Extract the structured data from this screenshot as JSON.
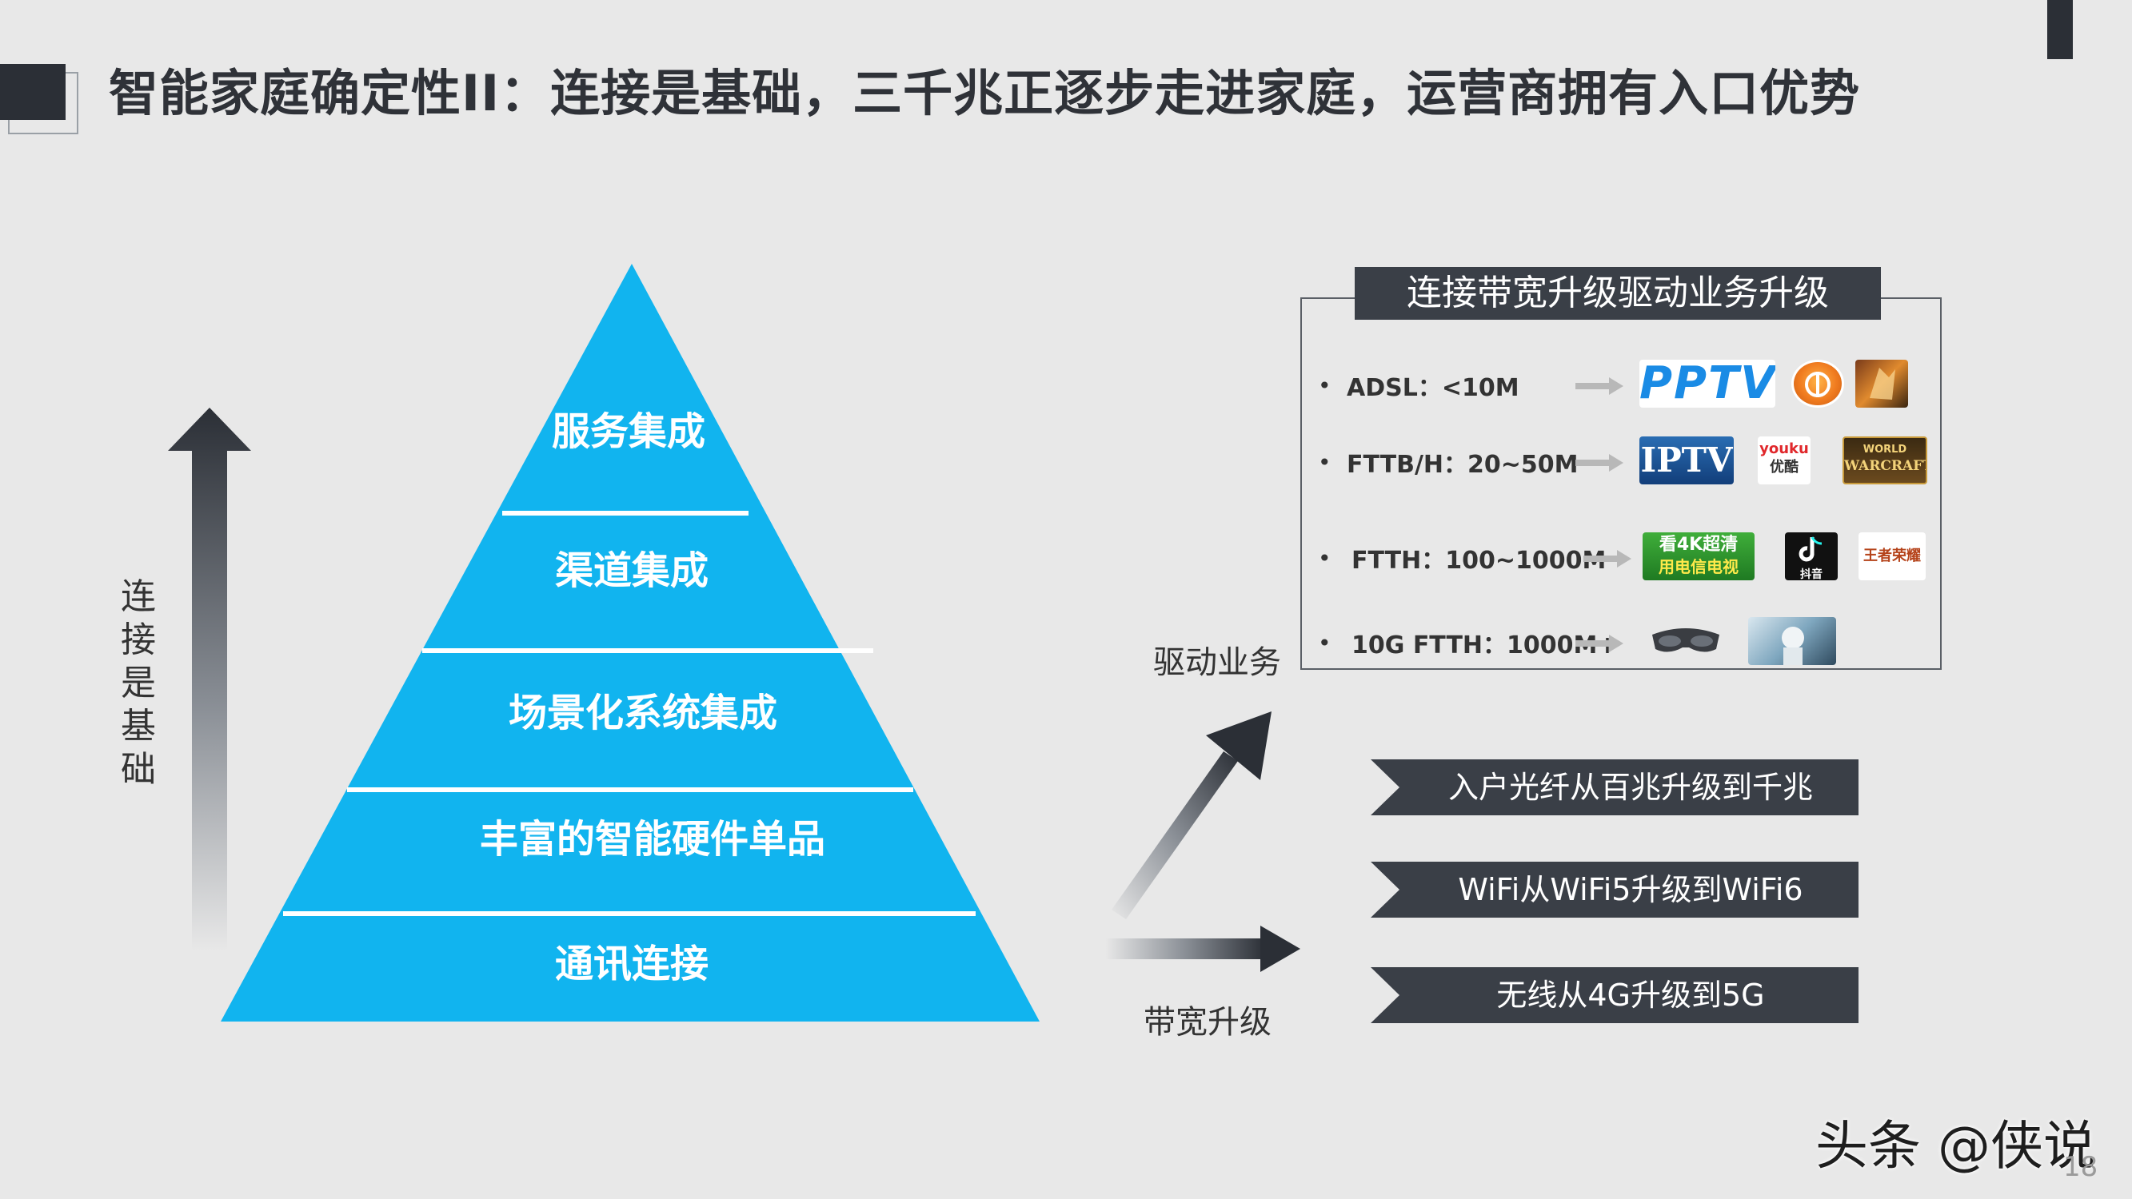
{
  "header": {
    "title": "智能家庭确定性II：连接是基础，三千兆正逐步走进家庭，运营商拥有入口优势"
  },
  "pyramid": {
    "color": "#11b4ef",
    "levels": [
      "服务集成",
      "渠道集成",
      "场景化系统集成",
      "丰富的智能硬件单品",
      "通讯连接"
    ]
  },
  "left_axis": {
    "label": "连接是基础"
  },
  "middle": {
    "drive_label": "驱动业务",
    "bandwidth_label": "带宽升级"
  },
  "speed_box": {
    "title": "连接带宽升级驱动业务升级",
    "rows": [
      {
        "bullet": "•",
        "text": "ADSL：<10M",
        "logos": [
          "pptv-logo",
          "orange-circle-logo",
          "game-character-logo"
        ]
      },
      {
        "bullet": "•",
        "text": "FTTB/H：20~50M",
        "logos": [
          "iptv-logo",
          "youku-logo",
          "warcraft-logo"
        ]
      },
      {
        "bullet": "•",
        "text": "FTTH：100~1000M",
        "logos": [
          "4k-tv-logo",
          "douyin-logo",
          "honor-of-kings-logo"
        ]
      },
      {
        "bullet": "•",
        "text": "10G FTTH：1000M+",
        "logos": [
          "vr-glasses-image",
          "vr-scene-image"
        ]
      }
    ],
    "logo_texts": {
      "pptv": "PPTV",
      "iptv": "IPTV",
      "youku_top": "youku",
      "youku_bottom": "优酷",
      "warcraft_top": "WORLD",
      "warcraft_main": "WARCRAFT",
      "tv4k_top": "看4K超清",
      "tv4k_bottom": "用电信电视",
      "douyin": "抖音",
      "honor": "王者荣耀"
    }
  },
  "banners": [
    "入户光纤从百兆升级到千兆",
    "WiFi从WiFi5升级到WiFi6",
    "无线从4G升级到5G"
  ],
  "watermark": "头条 @侠说",
  "page_number": "18"
}
